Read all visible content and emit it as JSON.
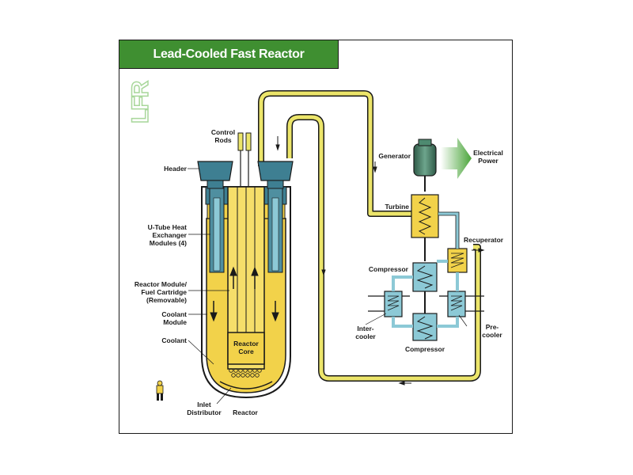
{
  "title": "Lead-Cooled Fast Reactor",
  "logo": "LFR",
  "labels": {
    "control_rods": [
      "Control",
      "Rods"
    ],
    "header": "Header",
    "u_tube": [
      "U-Tube Heat",
      "Exchanger",
      "Modules (4)"
    ],
    "reactor_module": [
      "Reactor Module/",
      "Fuel Cartridge",
      "(Removable)"
    ],
    "coolant_module": [
      "Coolant",
      "Module"
    ],
    "coolant": "Coolant",
    "reactor_core": [
      "Reactor",
      "Core"
    ],
    "inlet_distributor": [
      "Inlet",
      "Distributor"
    ],
    "reactor": "Reactor",
    "generator": "Generator",
    "electrical_power": [
      "Electrical",
      "Power"
    ],
    "turbine": "Turbine",
    "recuperator": "Recuperator",
    "compressor_upper": "Compressor",
    "compressor_lower": "Compressor",
    "intercooler": [
      "Inter-",
      "cooler"
    ],
    "precooler": [
      "Pre-",
      "cooler"
    ]
  },
  "colors": {
    "title_green": "#3f8f31",
    "coolant_yellow": "#f2d24a",
    "pipe_yellow": "#ece56a",
    "vessel_outline": "#1a1a1a",
    "heat_exchanger_blue": "#4f8fa0",
    "header_blue": "#3e7f92",
    "arrow_green": "#4aa53a",
    "component_cyan": "#8cc9d6",
    "logo_green": "#a9d79b"
  }
}
